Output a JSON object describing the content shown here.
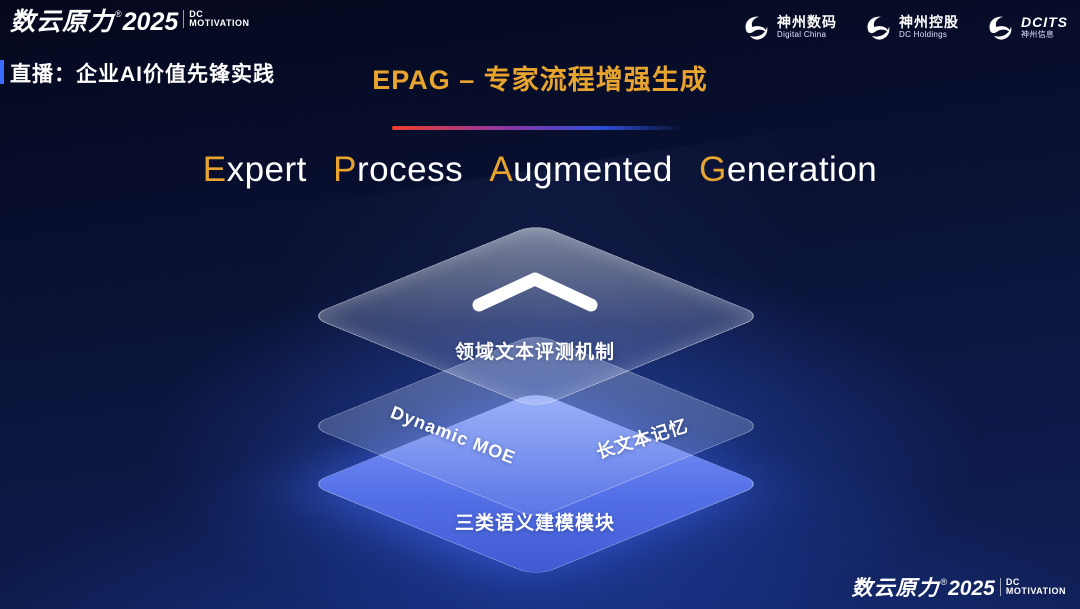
{
  "colors": {
    "gold": "#e7a42e",
    "layer_blue": "#5571e8",
    "line_red": "#ef3e2b",
    "line_blue": "#2e4fd8",
    "bg_dark": "#05081d"
  },
  "header": {
    "brand": {
      "name": "数云原力",
      "reg": "®",
      "year": "2025",
      "tag_line1": "DC",
      "tag_line2": "MOTIVATION"
    },
    "live_label": "直播：企业AI价值先锋实践",
    "slide_title": "EPAG – 专家流程增强生成",
    "logos": [
      {
        "name": "神州数码",
        "sub": "Digital China"
      },
      {
        "name": "神州控股",
        "sub": "DC Holdings"
      },
      {
        "name": "DCITS",
        "sub": "神州信息"
      }
    ]
  },
  "title": {
    "parts": [
      {
        "initial": "E",
        "rest": "xpert"
      },
      {
        "initial": "P",
        "rest": "rocess"
      },
      {
        "initial": "A",
        "rest": "ugmented"
      },
      {
        "initial": "G",
        "rest": "eneration"
      }
    ]
  },
  "diagram": {
    "top_layer_label": "领域文本评测机制",
    "mid_layer_left_label": "Dynamic MOE",
    "mid_layer_right_label": "长文本记忆",
    "bottom_layer_label": "三类语义建模模块"
  },
  "footer": {
    "brand": {
      "name": "数云原力",
      "reg": "®",
      "year": "2025",
      "tag_line1": "DC",
      "tag_line2": "MOTIVATION"
    }
  }
}
